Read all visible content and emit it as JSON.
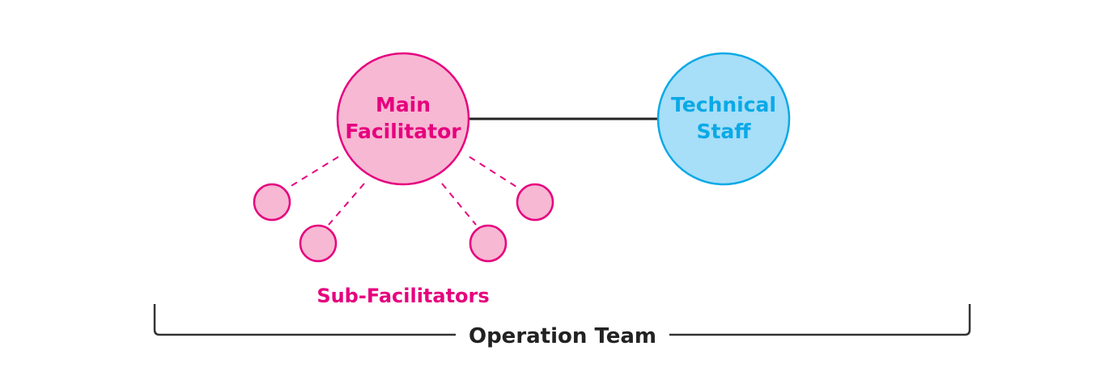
{
  "diagram": {
    "main_node": {
      "line1": "Main",
      "line2": "Facilitator"
    },
    "technical_node": {
      "line1": "Technical",
      "line2": "Staff"
    },
    "sub_label": "Sub-Facilitators",
    "team_label": "Operation Team"
  },
  "colors": {
    "pink_fill": "#f7b8d3",
    "pink_stroke": "#e6007e",
    "pink_text": "#e6007e",
    "blue_fill": "#a7def8",
    "blue_stroke": "#0aa9e6",
    "blue_text": "#0aa9e6",
    "connector": "#222222",
    "bracket": "#333333",
    "team_text": "#222222"
  }
}
